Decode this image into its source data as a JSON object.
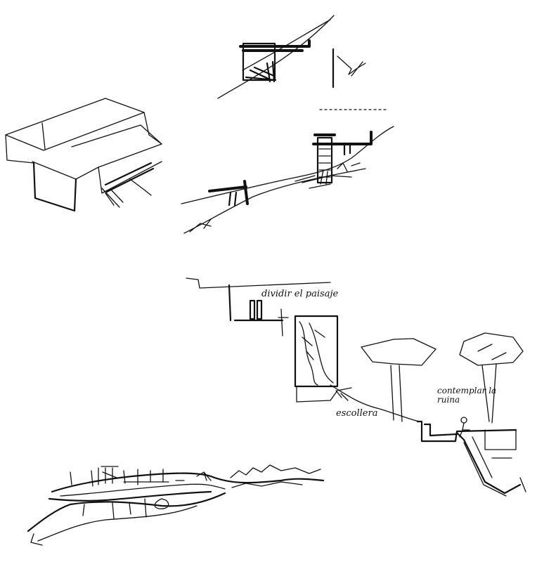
{
  "annotations": {
    "dividir_paisaje": "dividir el paisaje",
    "escollera": "escollera",
    "contemplar_ruina": "contemplar la\nruina"
  },
  "colors": {
    "ink": "#111111",
    "paper": "#ffffff"
  }
}
